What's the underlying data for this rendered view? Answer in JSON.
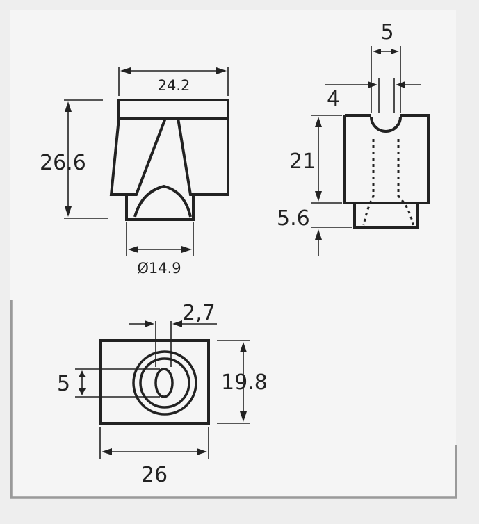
{
  "colors": {
    "background": "#eeeeee",
    "panel": "#f5f5f5",
    "line": "#222222",
    "frame": "#9a9a9a"
  },
  "front_view": {
    "width_label": "24.2",
    "height_label": "26.6",
    "bore_label": "Ø14.9"
  },
  "side_view": {
    "top_width_label": "5",
    "slot_label": "4",
    "height_label": "21",
    "step_label": "5.6"
  },
  "top_view": {
    "offset_label": "2,7",
    "hole_label": "5",
    "height_label": "19.8",
    "width_label": "26"
  }
}
